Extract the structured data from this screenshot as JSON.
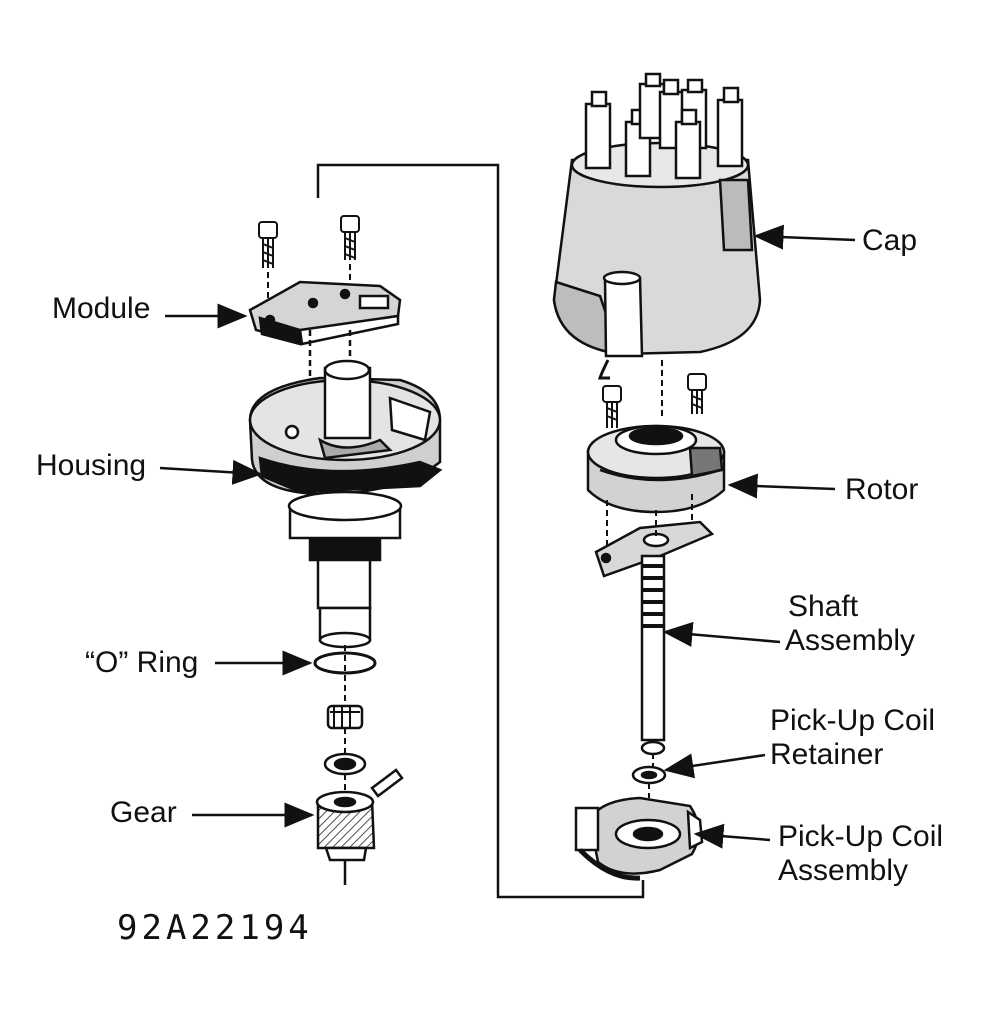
{
  "labels": {
    "module": "Module",
    "housing": "Housing",
    "o_ring": "“O” Ring",
    "gear": "Gear",
    "cap": "Cap",
    "rotor": "Rotor",
    "shaft_line1": "Shaft",
    "shaft_line2": "Assembly",
    "retainer_line1": "Pick-Up Coil",
    "retainer_line2": "Retainer",
    "coil_line1": "Pick-Up Coil",
    "coil_line2": "Assembly"
  },
  "figure_code": "92A22194",
  "colors": {
    "ink": "#111111",
    "paper": "#ffffff",
    "shade": "#c9c9c9"
  }
}
